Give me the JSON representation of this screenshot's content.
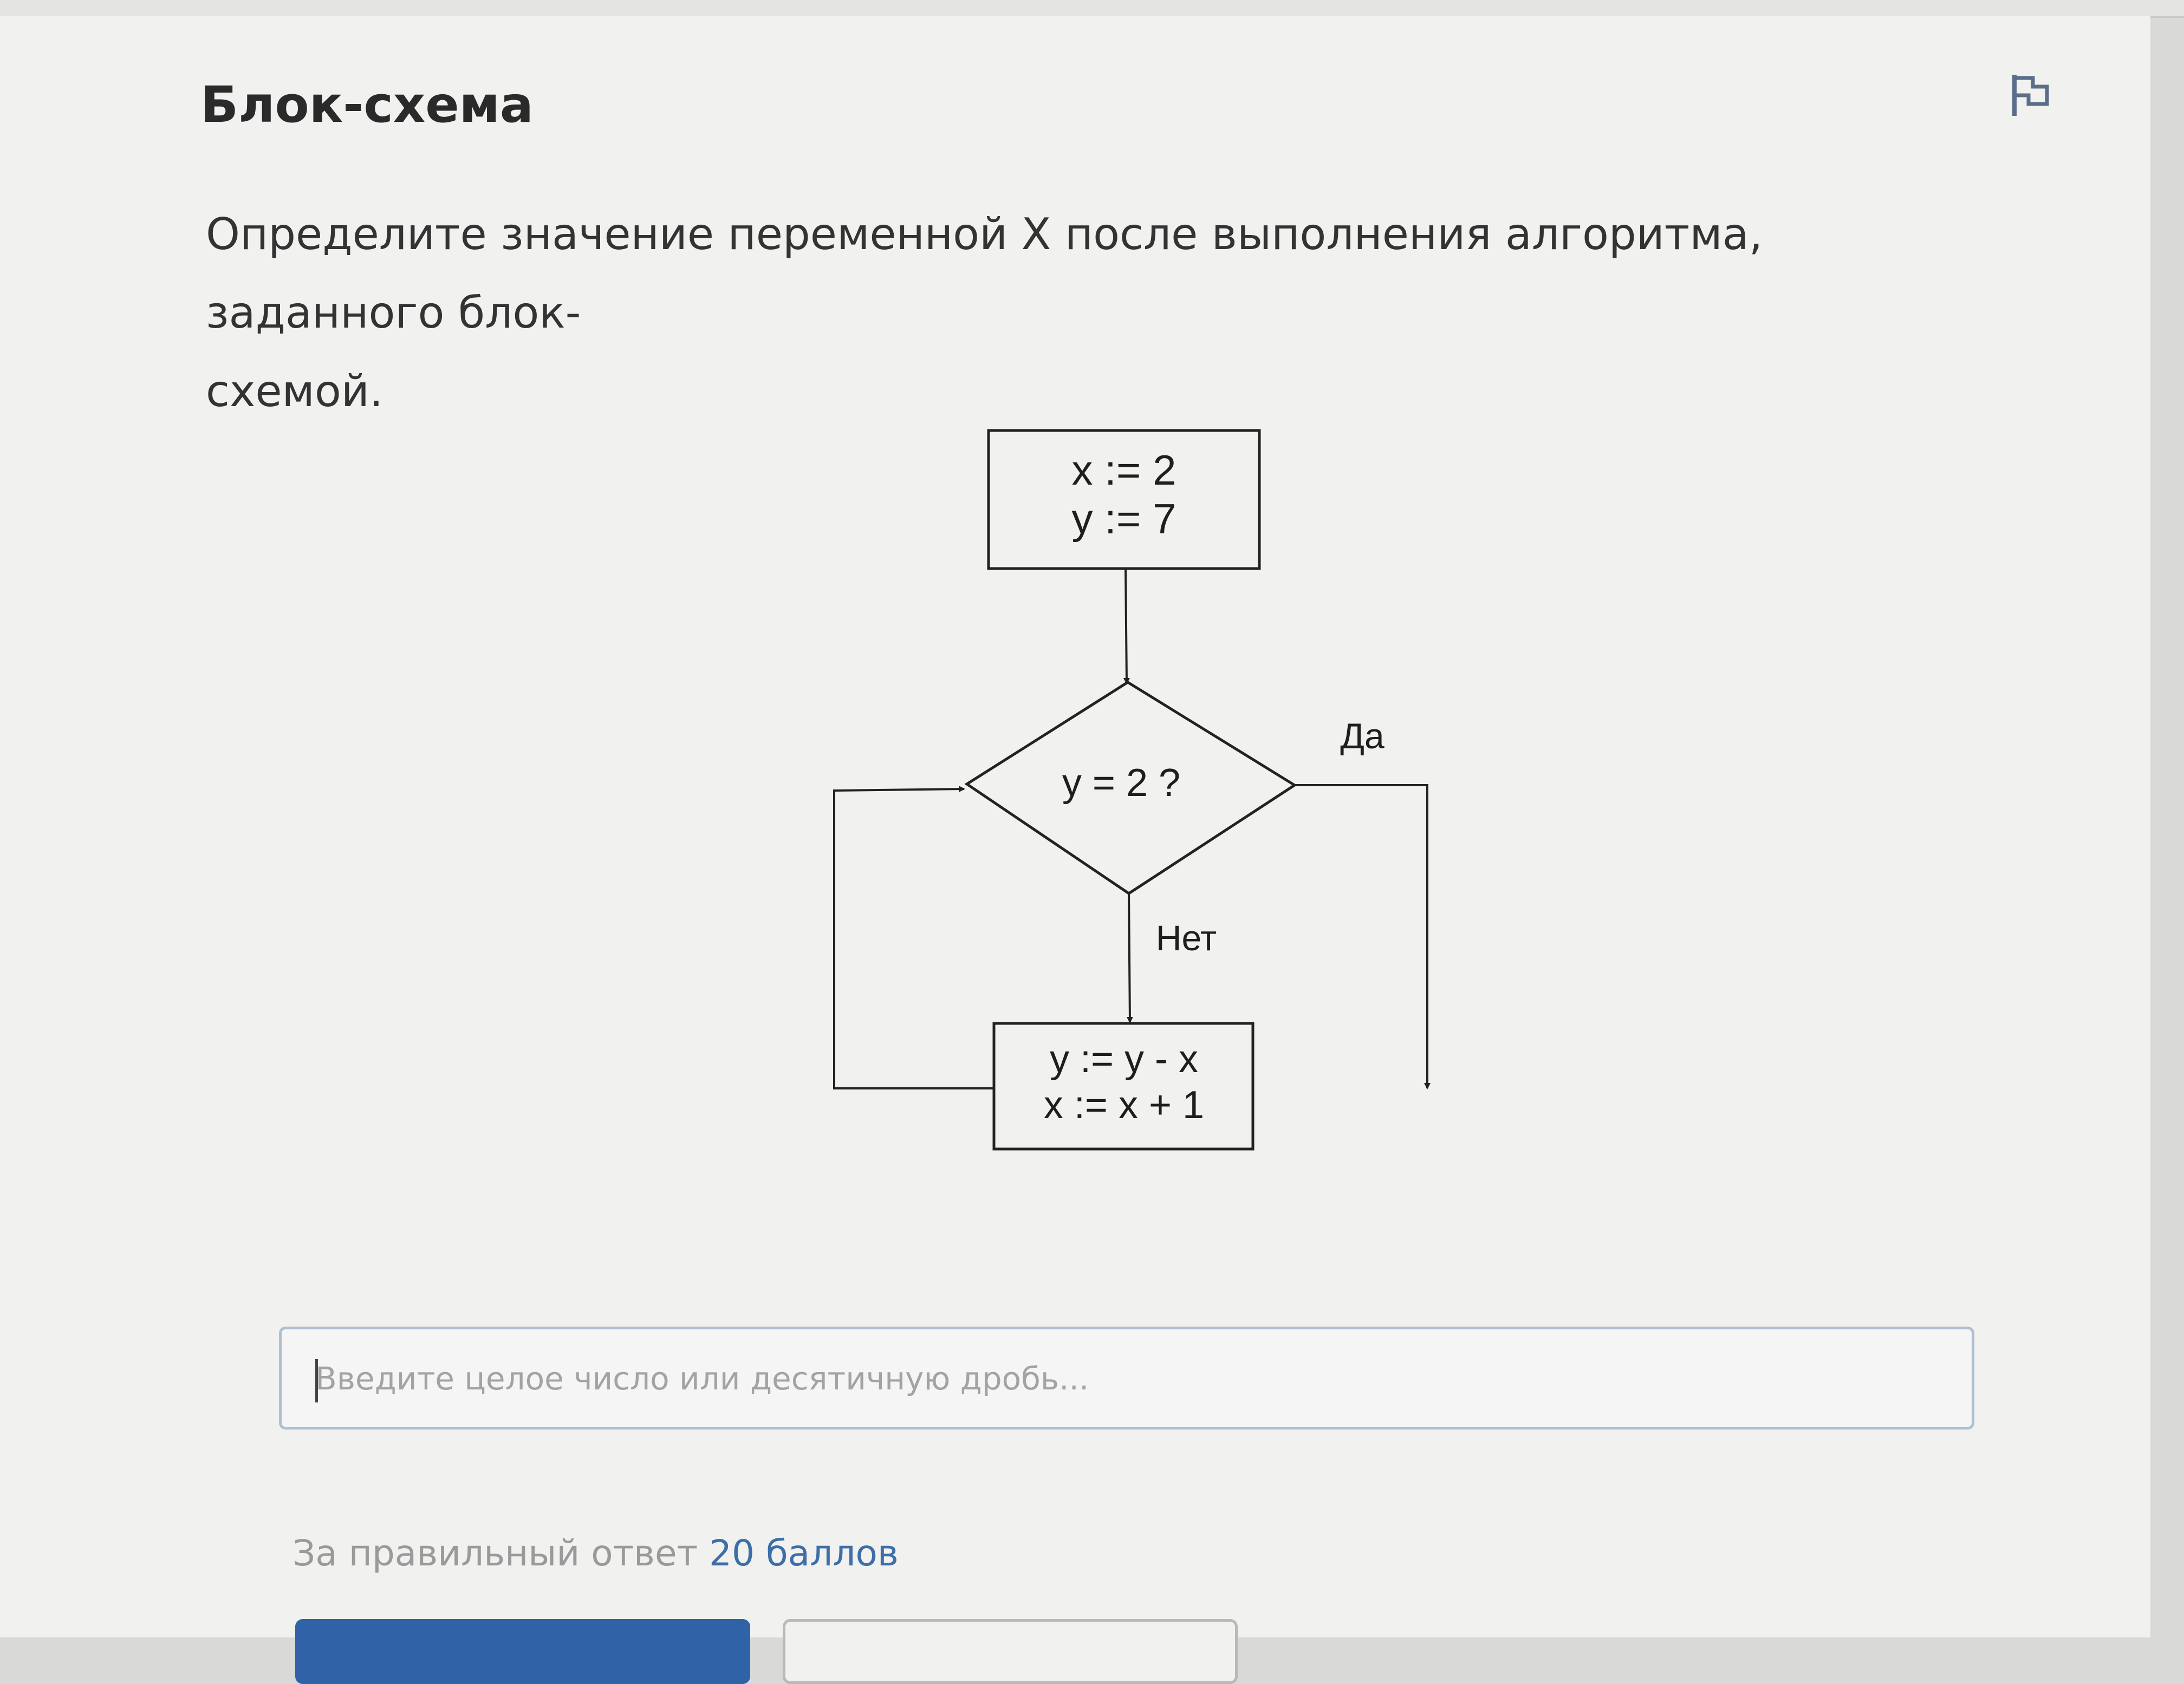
{
  "task": {
    "title": "Блок-схема",
    "question_line1": "Определите значение переменной X после выполнения алгоритма, заданного блок-",
    "question_line2": "схемой."
  },
  "flowchart": {
    "start_line1": "x := 2",
    "start_line2": "y := 7",
    "condition": "y = 2 ?",
    "yes_label": "Да",
    "no_label": "Нет",
    "body_line1": "y := y - x",
    "body_line2": "x := x + 1"
  },
  "answer": {
    "placeholder": "Введите целое число или десятичную дробь..."
  },
  "reward": {
    "prefix": "За правильный ответ",
    "points": "20 баллов"
  },
  "icons": {
    "flag": "flag-icon"
  }
}
